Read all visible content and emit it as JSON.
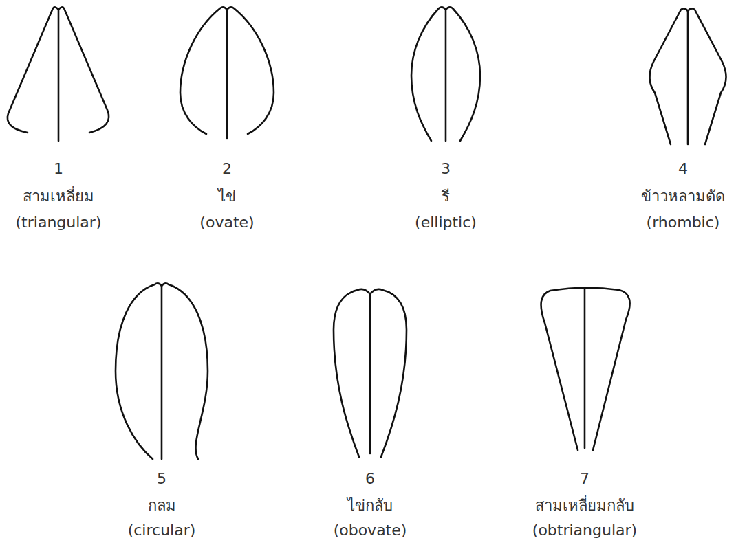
{
  "diagram": {
    "labels": [
      "1",
      "สามเหลี่ยม",
      "(triangular)",
      "2",
      "ไข่",
      "(ovate)",
      "3",
      "รี",
      "(elliptic)",
      "4",
      "ข้าวหลามตัด",
      "(rhombic)",
      "5",
      "กลม",
      "(circular)",
      "6",
      "ไข่กลับ",
      "(obovate)",
      "7",
      "สามเหลี่ยมกลับ",
      "(obtriangular)"
    ]
  }
}
